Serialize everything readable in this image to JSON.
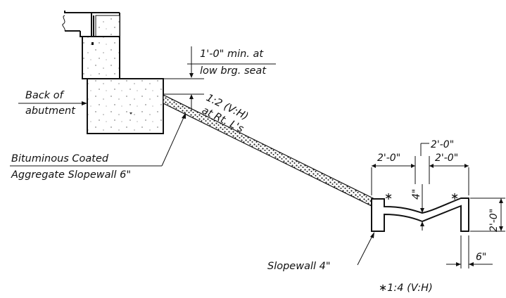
{
  "labels": {
    "bearing_seat_line1": "1'-0\" min. at",
    "bearing_seat_line2": "low brg. seat",
    "back_line1": "Back of",
    "back_line2": "abutment",
    "slope_line1": "1:2 (V:H)",
    "slope_line2": "at Rt. L's",
    "bit_line1": "Bituminous Coated",
    "bit_line2": "Aggregate Slopewall 6\"",
    "slopewall4": "Slopewall 4\"",
    "ratio_note": "∗1:4 (V:H)"
  },
  "dimensions": {
    "top_center": "2'-0\"",
    "left_width": "2'-0\"",
    "right_width": "2'-0\"",
    "depth_4": "4\"",
    "height": "2'-0\"",
    "thickness": "6\""
  },
  "marks": {
    "asterisk_left": "∗",
    "asterisk_right": "∗"
  }
}
